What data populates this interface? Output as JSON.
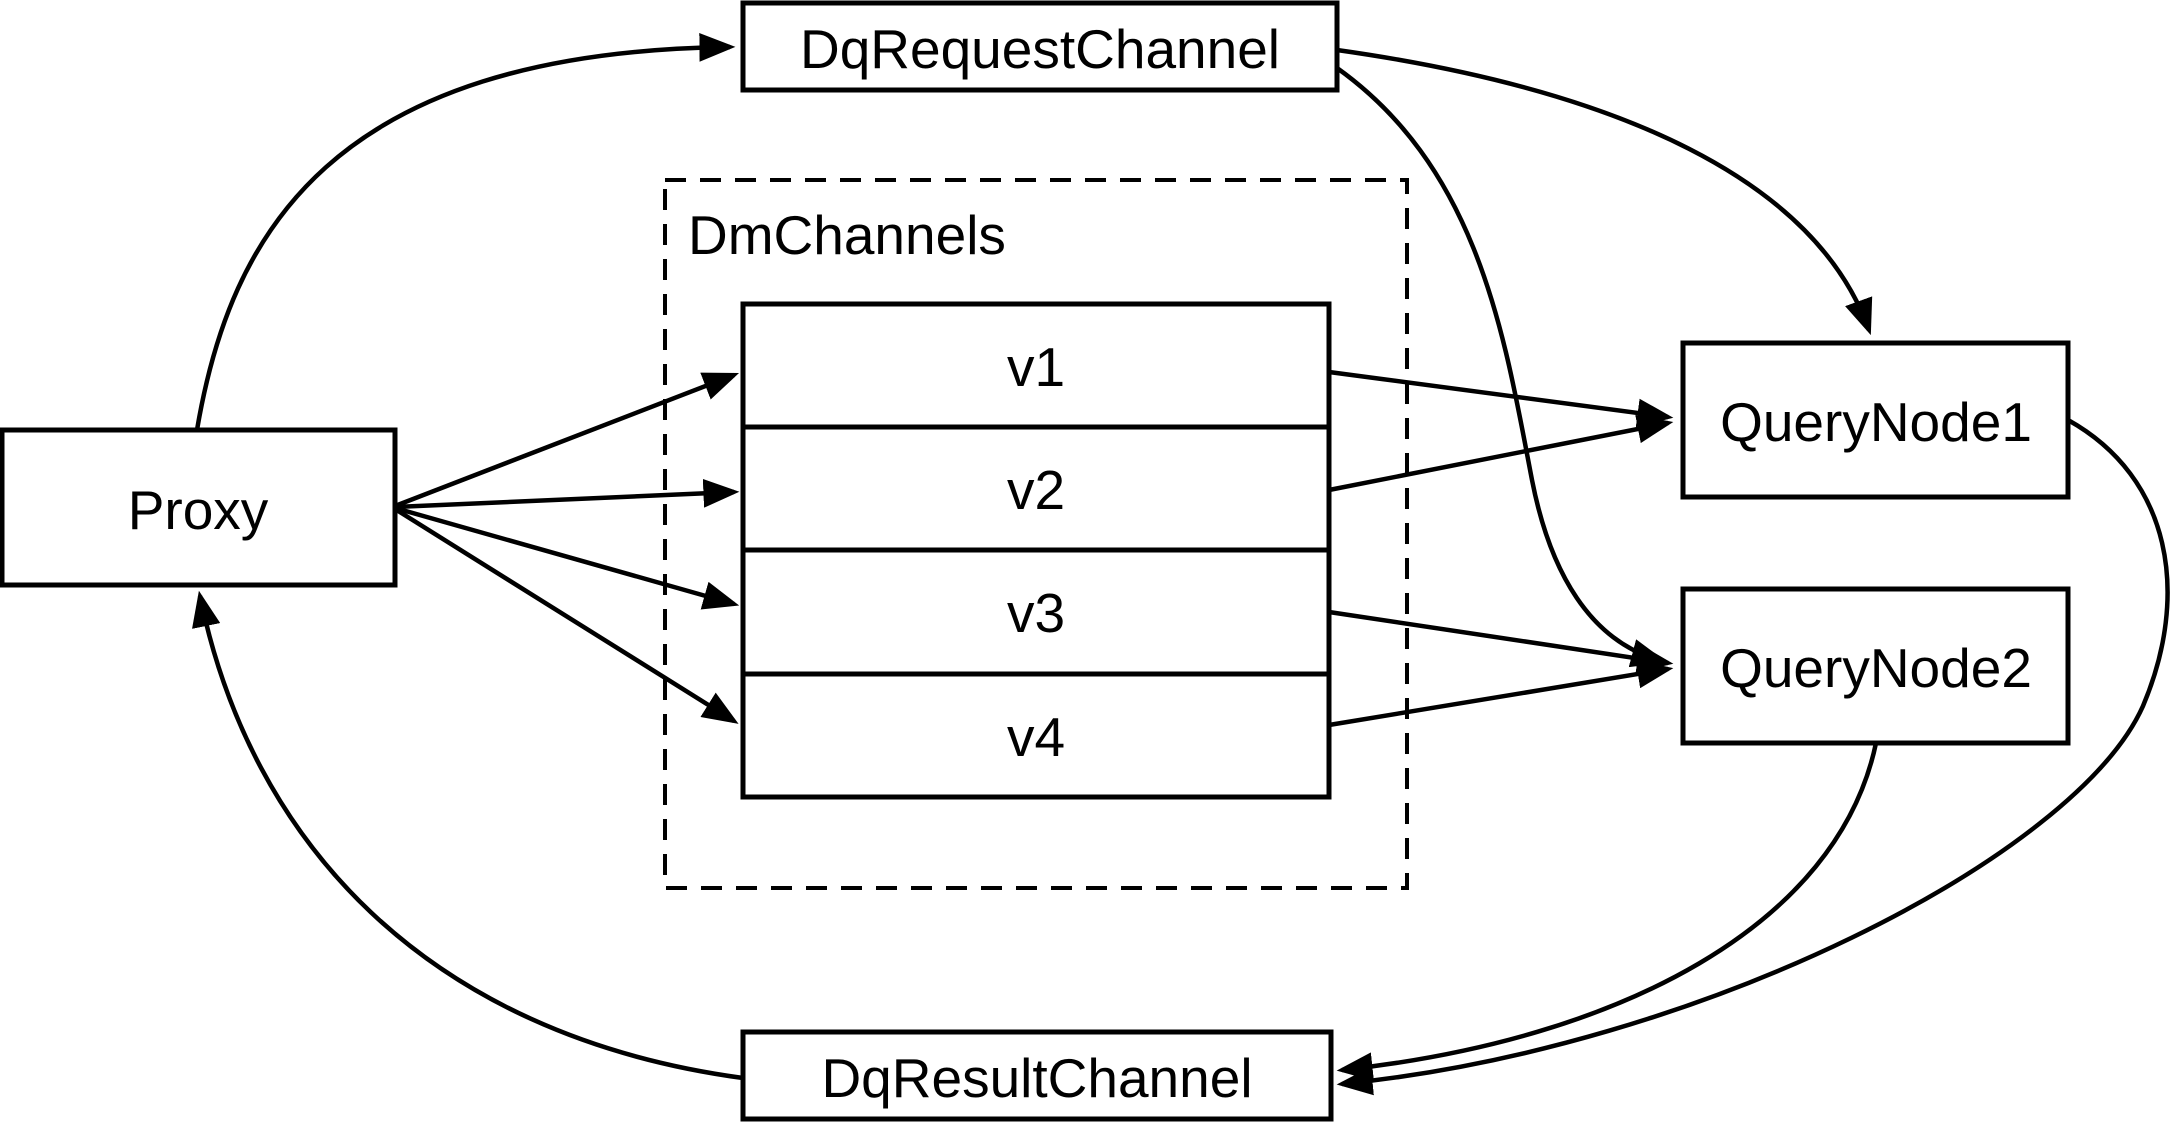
{
  "diagram": {
    "title": "query channel flow diagram",
    "colors": {
      "background": "#ffffff",
      "line": "#000000",
      "node_fill": "#ffffff",
      "text": "#000000"
    },
    "nodes": {
      "proxy": {
        "label": "Proxy"
      },
      "dq_request_channel": {
        "label": "DqRequestChannel"
      },
      "dq_result_channel": {
        "label": "DqResultChannel"
      },
      "query_node_1": {
        "label": "QueryNode1"
      },
      "query_node_2": {
        "label": "QueryNode2"
      },
      "dm_channels": {
        "label": "DmChannels",
        "channels": [
          {
            "label": "v1"
          },
          {
            "label": "v2"
          },
          {
            "label": "v3"
          },
          {
            "label": "v4"
          }
        ]
      }
    },
    "edges": [
      {
        "from": "Proxy",
        "to": "DqRequestChannel"
      },
      {
        "from": "Proxy",
        "to": "v1"
      },
      {
        "from": "Proxy",
        "to": "v2"
      },
      {
        "from": "Proxy",
        "to": "v3"
      },
      {
        "from": "Proxy",
        "to": "v4"
      },
      {
        "from": "v1",
        "to": "QueryNode1"
      },
      {
        "from": "v2",
        "to": "QueryNode1"
      },
      {
        "from": "v3",
        "to": "QueryNode2"
      },
      {
        "from": "v4",
        "to": "QueryNode2"
      },
      {
        "from": "DqRequestChannel",
        "to": "QueryNode1"
      },
      {
        "from": "DqRequestChannel",
        "to": "QueryNode2"
      },
      {
        "from": "QueryNode1",
        "to": "DqResultChannel"
      },
      {
        "from": "QueryNode2",
        "to": "DqResultChannel"
      },
      {
        "from": "DqResultChannel",
        "to": "Proxy"
      }
    ]
  }
}
